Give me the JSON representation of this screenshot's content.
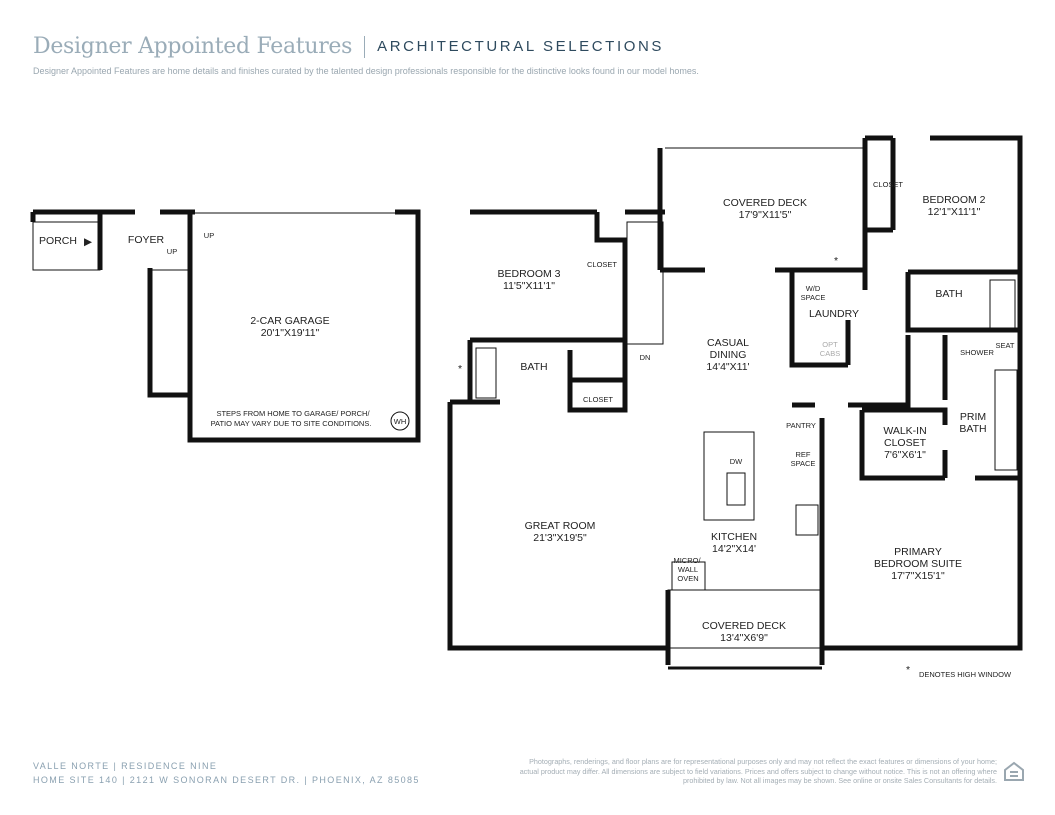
{
  "header": {
    "title": "Designer Appointed Features",
    "subtitle": "ARCHITECTURAL SELECTIONS",
    "description": "Designer Appointed Features are home details and finishes curated by the talented design professionals responsible for the distinctive looks found in our model homes."
  },
  "rooms": {
    "porch": "PORCH",
    "foyer": "FOYER",
    "up1": "UP",
    "up2": "UP",
    "garage": "2-CAR GARAGE",
    "garage_dim": "20'1\"X19'11\"",
    "garage_note1": "STEPS FROM HOME TO GARAGE/ PORCH/",
    "garage_note2": "PATIO MAY VARY DUE TO SITE CONDITIONS.",
    "wh": "WH",
    "bed3": "BEDROOM 3",
    "bed3_dim": "11'5\"X11'1\"",
    "closet": "CLOSET",
    "bath": "BATH",
    "dn": "DN",
    "deck_top": "COVERED DECK",
    "deck_top_dim": "17'9\"X11'5\"",
    "bed2": "BEDROOM 2",
    "bed2_dim": "12'1\"X11'1\"",
    "wd1": "W/D",
    "wd2": "SPACE",
    "laundry": "LAUNDRY",
    "opt1": "OPT",
    "opt2": "CABS",
    "dining1": "CASUAL",
    "dining2": "DINING",
    "dining_dim": "14'4\"X11'",
    "shower": "SHOWER",
    "seat": "SEAT",
    "pantry": "PANTRY",
    "ref1": "REF",
    "ref2": "SPACE",
    "wic1": "WALK-IN",
    "wic2": "CLOSET",
    "wic_dim": "7'6\"X6'1\"",
    "prim1": "PRIM",
    "prim2": "BATH",
    "dw": "DW",
    "great": "GREAT ROOM",
    "great_dim": "21'3\"X19'5\"",
    "kitchen": "KITCHEN",
    "kitchen_dim": "14'2\"X14'",
    "micro1": "MICRO/",
    "micro2": "WALL",
    "micro3": "OVEN",
    "primary1": "PRIMARY",
    "primary2": "BEDROOM SUITE",
    "primary_dim": "17'7\"X15'1\"",
    "deck_bot": "COVERED DECK",
    "deck_bot_dim": "13'4\"X6'9\"",
    "star": "*",
    "high_window": "DENOTES HIGH WINDOW"
  },
  "footer": {
    "line1": "VALLE NORTE  |  RESIDENCE NINE",
    "line2": "HOME SITE 140  |  2121 W SONORAN DESERT DR.  |  PHOENIX, AZ 85085",
    "legal": "Photographs, renderings, and floor plans are for representational purposes only and may not reflect the exact features or dimensions of your home; actual product may differ. All dimensions are subject to field variations. Prices and offers subject to change without notice. This is not an offering where prohibited by law. Not all images may be shown. See online or onsite Sales Consultants for details."
  }
}
